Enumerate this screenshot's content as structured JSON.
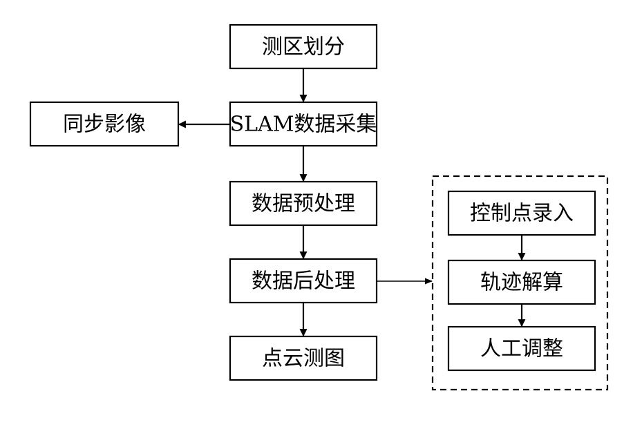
{
  "nodes": {
    "zoning": "测区划分",
    "slam": "SLAM数据采集",
    "sync_image": "同步影像",
    "preprocess": "数据预处理",
    "postprocess": "数据后处理",
    "mapping": "点云测图",
    "control_points": "控制点录入",
    "trajectory": "轨迹解算",
    "manual_adjust": "人工调整"
  }
}
